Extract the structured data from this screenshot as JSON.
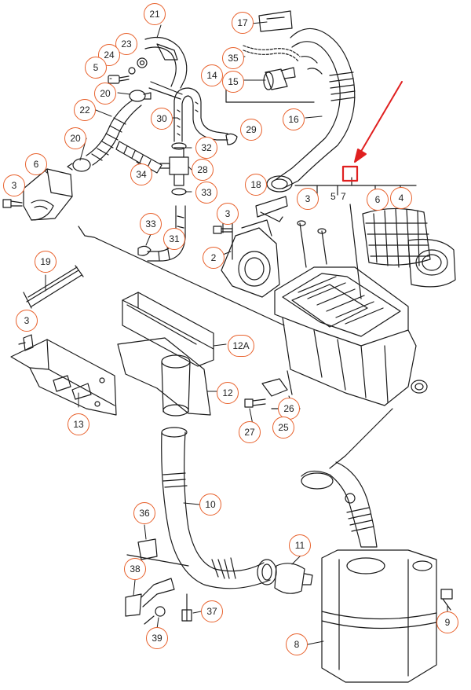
{
  "diagram": {
    "callouts": [
      {
        "id": "c21",
        "label": "21"
      },
      {
        "id": "c17",
        "label": "17"
      },
      {
        "id": "c23",
        "label": "23"
      },
      {
        "id": "c24",
        "label": "24"
      },
      {
        "id": "c5a",
        "label": "5"
      },
      {
        "id": "c35",
        "label": "35"
      },
      {
        "id": "c14",
        "label": "14"
      },
      {
        "id": "c15",
        "label": "15"
      },
      {
        "id": "c20a",
        "label": "20"
      },
      {
        "id": "c22",
        "label": "22"
      },
      {
        "id": "c30",
        "label": "30"
      },
      {
        "id": "c16",
        "label": "16"
      },
      {
        "id": "c29",
        "label": "29"
      },
      {
        "id": "c20b",
        "label": "20"
      },
      {
        "id": "c32",
        "label": "32"
      },
      {
        "id": "c6",
        "label": "6"
      },
      {
        "id": "c3a",
        "label": "3"
      },
      {
        "id": "c34",
        "label": "34"
      },
      {
        "id": "c28",
        "label": "28"
      },
      {
        "id": "c18",
        "label": "18"
      },
      {
        "id": "c33a",
        "label": "33"
      },
      {
        "id": "c4",
        "label": "4"
      },
      {
        "id": "c6b",
        "label": "6"
      },
      {
        "id": "c3b",
        "label": "3"
      },
      {
        "id": "c3c",
        "label": "3"
      },
      {
        "id": "c33b",
        "label": "33"
      },
      {
        "id": "c31",
        "label": "31"
      },
      {
        "id": "c2",
        "label": "2"
      },
      {
        "id": "c19",
        "label": "19"
      },
      {
        "id": "c3d",
        "label": "3"
      },
      {
        "id": "c12a",
        "label": "12A"
      },
      {
        "id": "c12",
        "label": "12"
      },
      {
        "id": "c26",
        "label": "26"
      },
      {
        "id": "c27",
        "label": "27"
      },
      {
        "id": "c25",
        "label": "25"
      },
      {
        "id": "c13",
        "label": "13"
      },
      {
        "id": "c10",
        "label": "10"
      },
      {
        "id": "c36",
        "label": "36"
      },
      {
        "id": "c11",
        "label": "11"
      },
      {
        "id": "c38",
        "label": "38"
      },
      {
        "id": "c37",
        "label": "37"
      },
      {
        "id": "c39",
        "label": "39"
      },
      {
        "id": "c9",
        "label": "9"
      },
      {
        "id": "c8",
        "label": "8"
      }
    ],
    "plain_labels": [
      {
        "id": "p5",
        "label": "5"
      },
      {
        "id": "p7",
        "label": "7"
      }
    ],
    "accent_color": "#e8612c",
    "highlight_color": "#e02020",
    "line_color": "#1a1a1a"
  }
}
